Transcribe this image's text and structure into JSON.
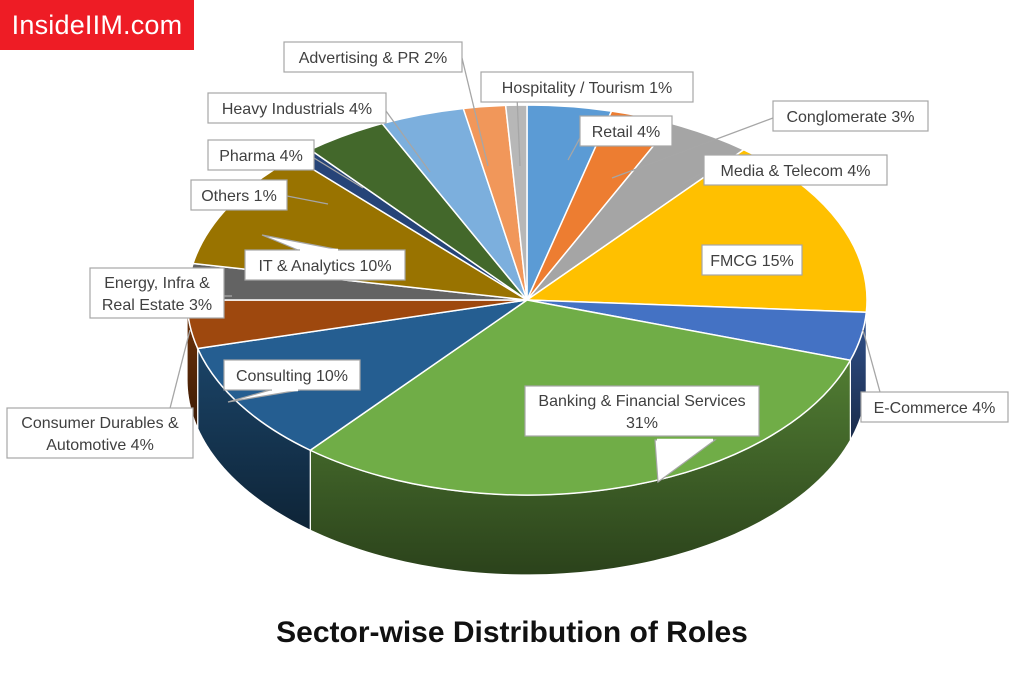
{
  "brand": {
    "logo_text": "InsideIIM.com"
  },
  "chart_data": {
    "type": "pie",
    "title": "Sector-wise Distribution of Roles",
    "start_angle_deg": 270,
    "slices": [
      {
        "label": "Retail 4%",
        "value": 4,
        "color": "#5b9bd5"
      },
      {
        "label": "Conglomerate 3%",
        "value": 3,
        "color": "#ed7d31"
      },
      {
        "label": "Media & Telecom 4%",
        "value": 4,
        "color": "#a5a5a5"
      },
      {
        "label": "FMCG 15%",
        "value": 15,
        "color": "#ffc000"
      },
      {
        "label": "E-Commerce 4%",
        "value": 4,
        "color": "#4472c4"
      },
      {
        "label": "Banking & Financial Services 31%",
        "value": 31,
        "color": "#70ad47"
      },
      {
        "label": "Consulting 10%",
        "value": 10,
        "color": "#255e91"
      },
      {
        "label": "Consumer Durables & Automotive 4%",
        "value": 4,
        "color": "#9e480e"
      },
      {
        "label": "Energy, Infra & Real Estate 3%",
        "value": 3,
        "color": "#636363"
      },
      {
        "label": "IT & Analytics 10%",
        "value": 10,
        "color": "#997300"
      },
      {
        "label": "Others 1%",
        "value": 1,
        "color": "#264478"
      },
      {
        "label": "Pharma 4%",
        "value": 4,
        "color": "#43682b"
      },
      {
        "label": "Heavy Industrials 4%",
        "value": 4,
        "color": "#7cafdd"
      },
      {
        "label": "Advertising & PR 2%",
        "value": 2,
        "color": "#f1975a"
      },
      {
        "label": "Hospitality / Tourism 1%",
        "value": 1,
        "color": "#b7b7b7"
      }
    ]
  }
}
